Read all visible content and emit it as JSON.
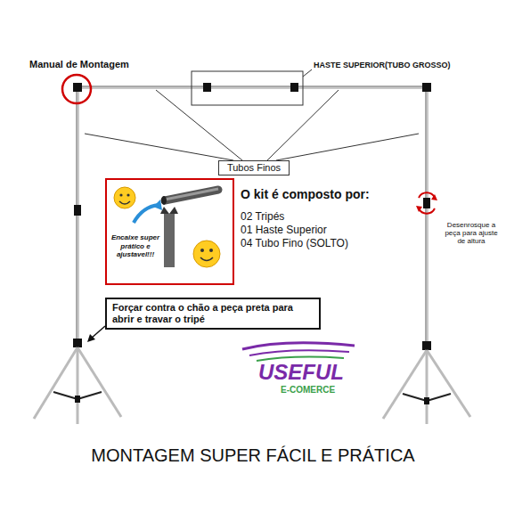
{
  "diagram": {
    "caption": "MONTAGEM SUPER FÁCIL E PRÁTICA",
    "nodes": [
      {
        "text": [
          "Tubos Finos"
        ]
      },
      {
        "text": [
          "Encaixe super prático e ajustavel!!!"
        ]
      },
      {
        "text": [
          "Forçar contra o chão a peça preta para abrir e travar o tripé"
        ]
      }
    ],
    "labels": [
      "Manual de Montagem",
      "HASTE SUPERIOR(TUBO GROSSO)",
      "O kit é composto por:",
      "02 Tripés",
      "01 Haste Superior",
      "04 Tubo Fino (SOLTO)",
      "Desenrosque a peça para ajuste de altura",
      "USEFUL",
      "E-COMERCE"
    ]
  }
}
